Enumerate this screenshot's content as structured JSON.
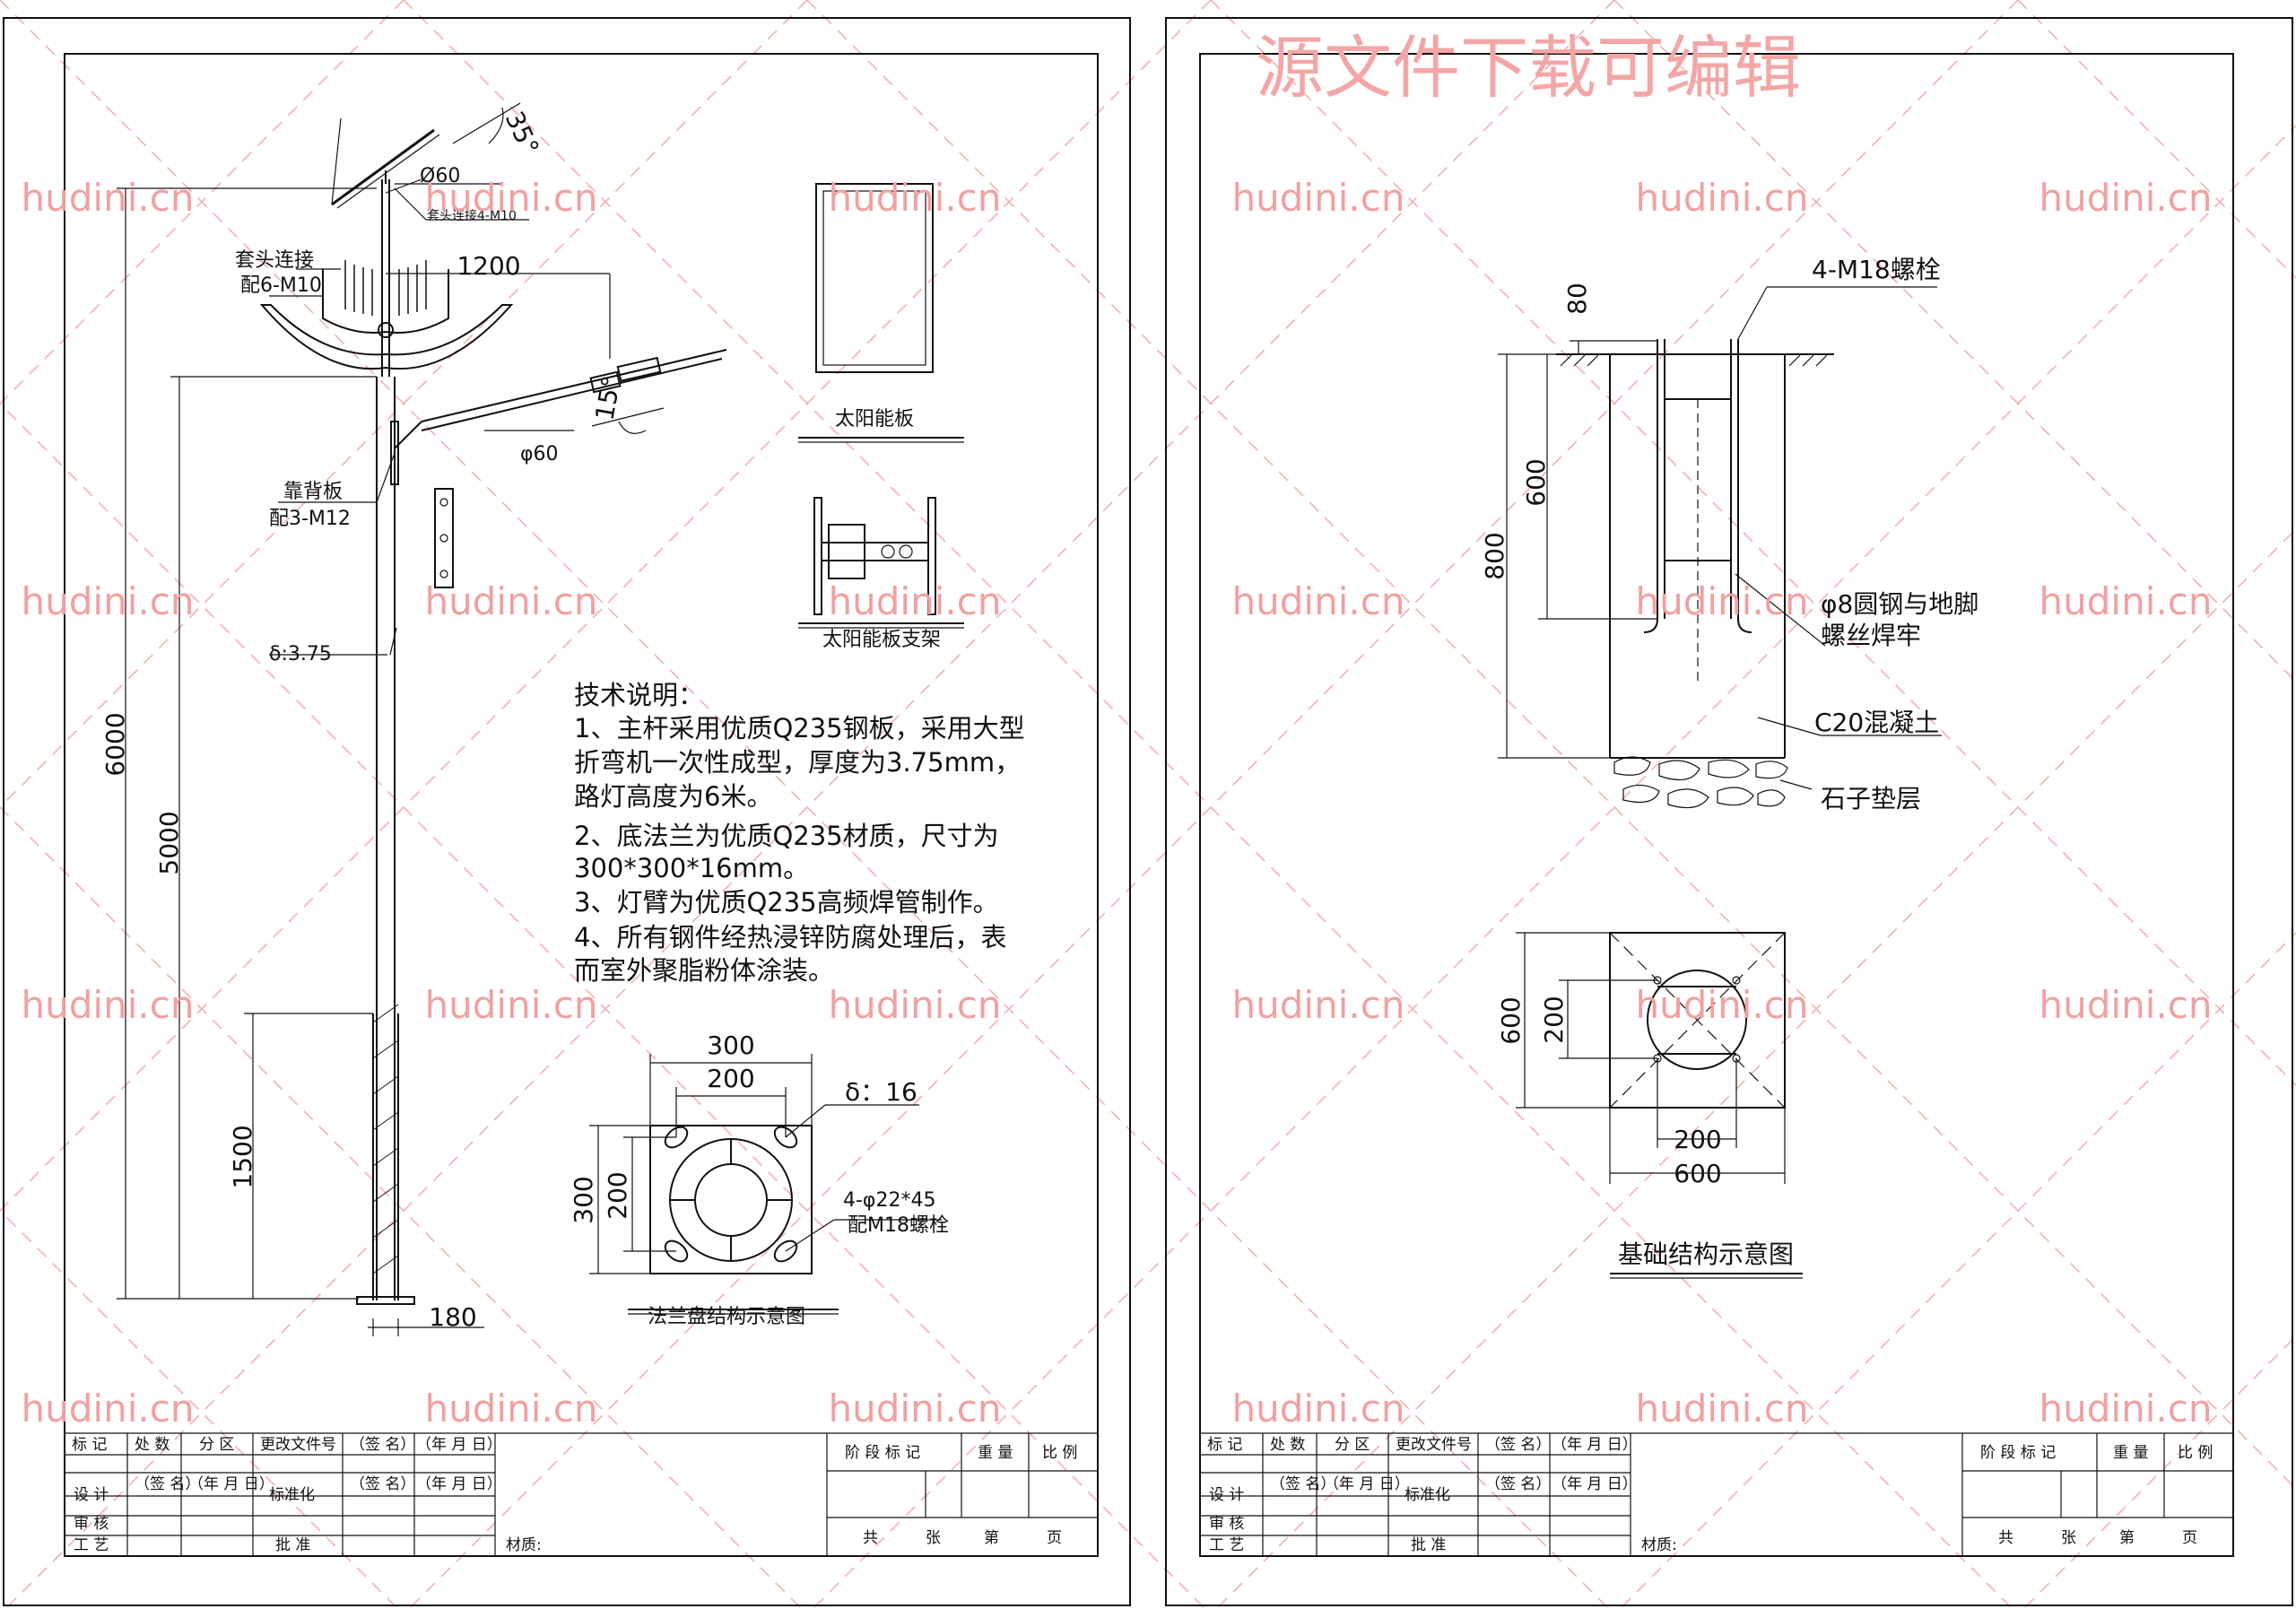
{
  "page_title_watermark": "源文件下载可编辑",
  "watermark_text": "hudini.cn",
  "left_sheet": {
    "pole": {
      "dims": {
        "d6000": "6000",
        "d5000": "5000",
        "d1500": "1500",
        "d1200": "1200",
        "d180": "180",
        "phi60_top": "Ø60",
        "phi60_arm": "φ60",
        "angle_panel": "35°",
        "angle_arm": "15°",
        "thickness": "δ:3.75"
      },
      "labels": {
        "head_conn": "套头连接4-M10",
        "sleeve_conn": "套头连接",
        "sleeve_bolt": "配6-M10",
        "back_plate": "靠背板",
        "back_bolt": "配3-M12"
      }
    },
    "solar_panel_caption": "太阳能板",
    "solar_bracket_caption": "太阳能板支架",
    "tech_notes": {
      "heading": "技术说明：",
      "lines": [
        "1、主杆采用优质Q235钢板，采用大型",
        "折弯机一次性成型，厚度为3.75mm，",
        "路灯高度为6米。",
        "2、底法兰为优质Q235材质，尺寸为",
        "300*300*16mm。",
        "3、灯臂为优质Q235高频焊管制作。",
        "4、所有钢件经热浸锌防腐处理后，表",
        "而室外聚脂粉体涂装。"
      ]
    },
    "flange": {
      "caption": "法兰盘结构示意图",
      "d300_top": "300",
      "d200_top": "200",
      "d300_side": "300",
      "d200_side": "200",
      "thickness": "δ：16",
      "holes": "4-φ22*45",
      "bolts": "配M18螺栓"
    }
  },
  "right_sheet": {
    "foundation": {
      "bolt_label": "4-M18螺栓",
      "d80": "80",
      "d600": "600",
      "d800": "800",
      "rebar_1": "φ8圆钢与地脚",
      "rebar_2": "螺丝焊牢",
      "concrete": "C20混凝土",
      "gravel": "石子垫层"
    },
    "plan": {
      "d600_v": "600",
      "d200_v": "200",
      "d200_h": "200",
      "d600_h": "600",
      "caption": "基础结构示意图"
    }
  },
  "title_block": {
    "mark": "标 记",
    "count": "处 数",
    "zone": "分 区",
    "change_doc": "更改文件号",
    "sign": "（签 名）",
    "date": "（年 月 日）",
    "design": "设 计",
    "standardize": "标准化",
    "review": "审 核",
    "process": "工 艺",
    "approve": "批 准",
    "material": "材质:",
    "stage_mark": "阶 段 标 记",
    "weight": "重 量",
    "scale": "比 例",
    "total": "共",
    "sheets": "张",
    "page_no": "第",
    "page": "页"
  }
}
